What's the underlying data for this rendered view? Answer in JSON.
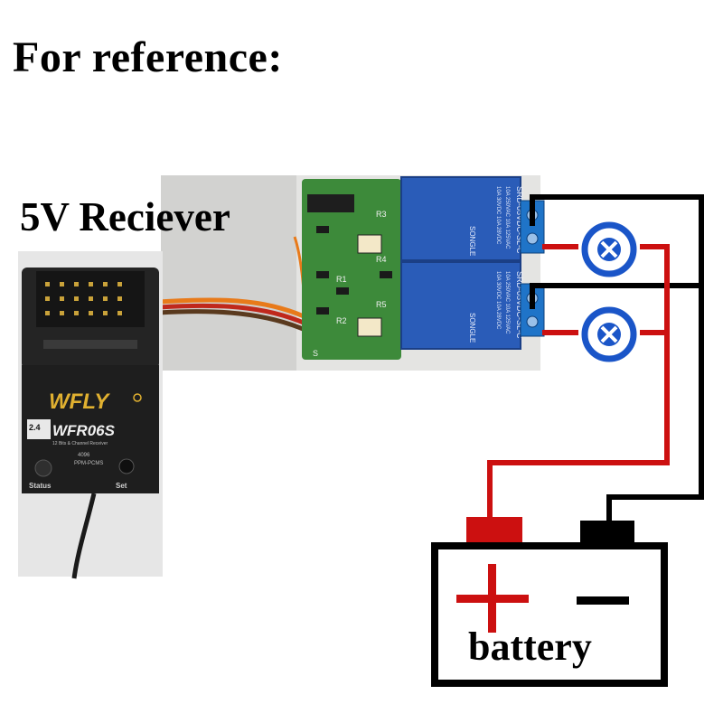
{
  "heading": "For reference:",
  "receiver": {
    "label": "5V Reciever",
    "brand": "WFLY",
    "model": "WFR06S",
    "badge_top": "2.4",
    "subtitle": "12 Bits & Channel Receiver",
    "code_line1": "4096",
    "code_line2": "PPM-PCMS",
    "status_label": "Status",
    "set_label": "Set"
  },
  "relay_board": {
    "relay_top": "SRD-05VDC-SL-C",
    "relay_bottom": "SRD-05VDC-SL-C",
    "relay_brand": "SONGLE",
    "relay_ratings": [
      "10A 250VAC 10A 125VAC",
      "10A 30VDC 10A 28VDC"
    ],
    "pcb_labels": [
      "R1",
      "R2",
      "R3",
      "R4",
      "R5",
      "S"
    ]
  },
  "battery": {
    "label": "battery",
    "positive": "+",
    "negative": "−"
  },
  "colors": {
    "positive_wire": "#cc1010",
    "negative_wire": "#000000",
    "lamp_ring": "#1a55c8",
    "relay_blue": "#2a5cb8",
    "pcb_green": "#3d8a3a"
  }
}
